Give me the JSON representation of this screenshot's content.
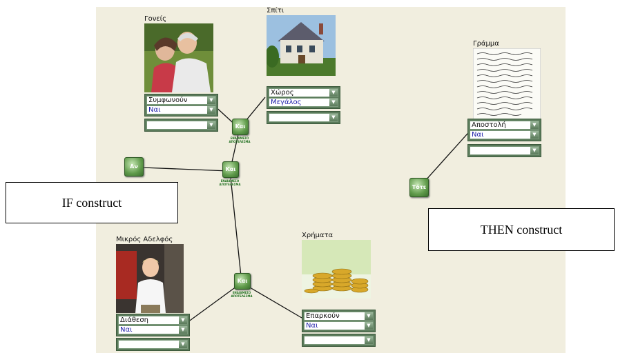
{
  "entities": {
    "parents": {
      "title": "Γονείς",
      "attribute": "Συμφωνούν",
      "value": "Ναι"
    },
    "house": {
      "title": "Σπίτι",
      "attribute": "Χώρος",
      "value": "Μεγάλος"
    },
    "letter": {
      "title": "Γράμμα",
      "attribute": "Αποστολή",
      "value": "Ναι"
    },
    "little_brother": {
      "title": "Μικρός Αδελφός",
      "attribute": "Διάθεση",
      "value": "Ναι"
    },
    "money": {
      "title": "Χρήματα",
      "attribute": "Επαρκούν",
      "value": "Ναι"
    }
  },
  "operators": {
    "and_top": {
      "label": "Και",
      "sublabel": "ΕΝΔΙΑΜΕΣΟ ΑΠΟΤΕΛΕΣΜΑ"
    },
    "and_mid": {
      "label": "Και",
      "sublabel": "ΕΝΔΙΑΜΕΣΟ ΑΠΟΤΕΛΕΣΜΑ"
    },
    "and_bottom": {
      "label": "Και",
      "sublabel": "ΕΝΔΙΑΜΕΣΟ ΑΠΟΤΕΛΕΣΜΑ"
    },
    "if": {
      "label": "Αν"
    },
    "then": {
      "label": "Τότε"
    }
  },
  "notes": {
    "if_construct": "IF construct",
    "then_construct": "THEN construct"
  }
}
